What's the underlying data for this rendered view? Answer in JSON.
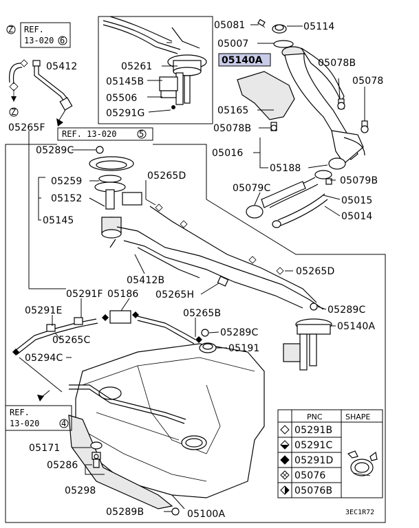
{
  "colors": {
    "highlight": "#c8cce8",
    "ink": "#000000"
  },
  "refs": {
    "ref_z_top": {
      "marker": "Z",
      "line1": "REF.",
      "line2": "13-020",
      "num": "6"
    },
    "ref_mid": {
      "text": "REF. 13-020",
      "num": "5"
    },
    "ref_bottom": {
      "line1": "REF.",
      "line2": "13-020",
      "num": "4"
    },
    "z_marker_lower": "Z"
  },
  "labels": {
    "p05412": "05412",
    "p05265F": "05265F",
    "p05261": "05261",
    "p05145B": "05145B",
    "p05506": "05506",
    "p05291G": "05291G",
    "p05081": "05081",
    "p05114": "05114",
    "p05007": "05007",
    "p05140A_top": "05140A",
    "p05078B_top": "05078B",
    "p05078": "05078",
    "p05165": "05165",
    "p05078B_mid": "05078B",
    "p05016": "05016",
    "p05188": "05188",
    "p05289C_top": "05289C",
    "p05259": "05259",
    "p05265D_top": "05265D",
    "p05152": "05152",
    "p05145": "05145",
    "p05079C": "05079C",
    "p05079B": "05079B",
    "p05015": "05015",
    "p05014": "05014",
    "p05412B": "05412B",
    "p05265H": "05265H",
    "p05265D_mid": "05265D",
    "p05291F": "05291F",
    "p05186": "05186",
    "p05291E": "05291E",
    "p05289C_mid": "05289C",
    "p05140A_mid": "05140A",
    "p05265B": "05265B",
    "p05289C_low": "05289C",
    "p05265C": "05265C",
    "p05191": "05191",
    "p05294C": "05294C",
    "p05171": "05171",
    "p05286": "05286",
    "p05298": "05298",
    "p05289B": "05289B",
    "p05100A": "05100A"
  },
  "legend": {
    "headers": {
      "pnc": "PNC",
      "shape": "SHAPE"
    },
    "rows": [
      {
        "symbol": "diamond-outline",
        "pnc": "05291B"
      },
      {
        "symbol": "diamond-half",
        "pnc": "05291C"
      },
      {
        "symbol": "diamond-solid",
        "pnc": "05291D"
      },
      {
        "symbol": "diamond-cross",
        "pnc": "05076"
      },
      {
        "symbol": "diamond-quarter",
        "pnc": "05076B"
      }
    ]
  },
  "diagram_code": "3EC1R72"
}
